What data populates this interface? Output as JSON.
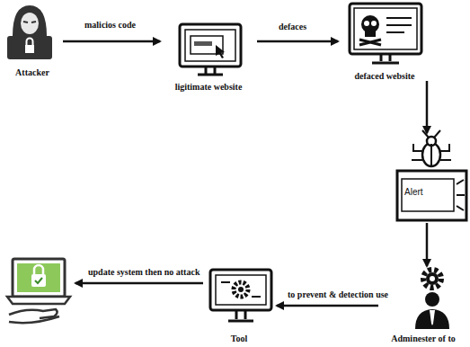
{
  "diagram": {
    "nodes": [
      {
        "text": [
          "Attacker"
        ]
      },
      {
        "text": [
          "ligitimate website"
        ]
      },
      {
        "text": [
          "defaced website"
        ]
      },
      {
        "text": [
          "Alert"
        ]
      },
      {
        "text": [
          "Adminester of to"
        ]
      },
      {
        "text": [
          "Tool"
        ]
      }
    ],
    "edges": [
      {
        "from": 0,
        "to": 1,
        "arrow": "to",
        "label": "malicios code"
      },
      {
        "from": 1,
        "to": 2,
        "arrow": "to",
        "label": "defaces"
      },
      {
        "from": 2,
        "to": 3,
        "arrow": "to"
      },
      {
        "from": 3,
        "to": 4,
        "arrow": "to"
      },
      {
        "from": 4,
        "to": 5,
        "arrow": "to",
        "label": "to prevent & detection use"
      }
    ],
    "labels": [
      "update system then no attack"
    ]
  }
}
